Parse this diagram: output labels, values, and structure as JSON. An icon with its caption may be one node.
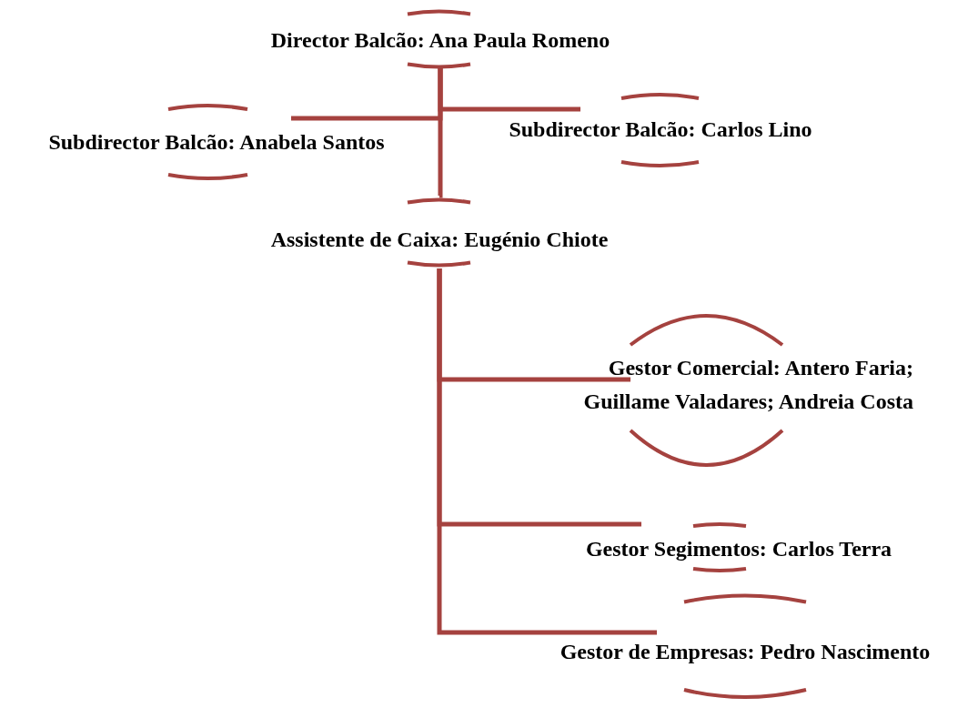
{
  "diagram": {
    "nodes": [
      {
        "text": [
          "Director Balcão: Ana Paula Romeno"
        ]
      },
      {
        "text": [
          "Subdirector Balcão: Anabela Santos"
        ]
      },
      {
        "text": [
          "Subdirector Balcão: Carlos Lino"
        ]
      },
      {
        "text": [
          "Assistente de Caixa: Eugénio Chiote"
        ]
      },
      {
        "text": [
          "Gestor Comercial: Antero Faria; Guillame Valadares; Andreia Costa"
        ]
      },
      {
        "text": [
          "Gestor Segimentos: Carlos Terra"
        ]
      },
      {
        "text": [
          "Gestor de Empresas: Pedro Nascimento"
        ]
      }
    ],
    "edges": [
      {
        "from": 0,
        "to": 1,
        "arrow": "none"
      },
      {
        "from": 0,
        "to": 2,
        "arrow": "none"
      },
      {
        "from": 0,
        "to": 3,
        "arrow": "none"
      },
      {
        "from": 3,
        "to": 4,
        "arrow": "none"
      },
      {
        "from": 3,
        "to": 5,
        "arrow": "none"
      },
      {
        "from": 3,
        "to": 6,
        "arrow": "none"
      }
    ]
  }
}
